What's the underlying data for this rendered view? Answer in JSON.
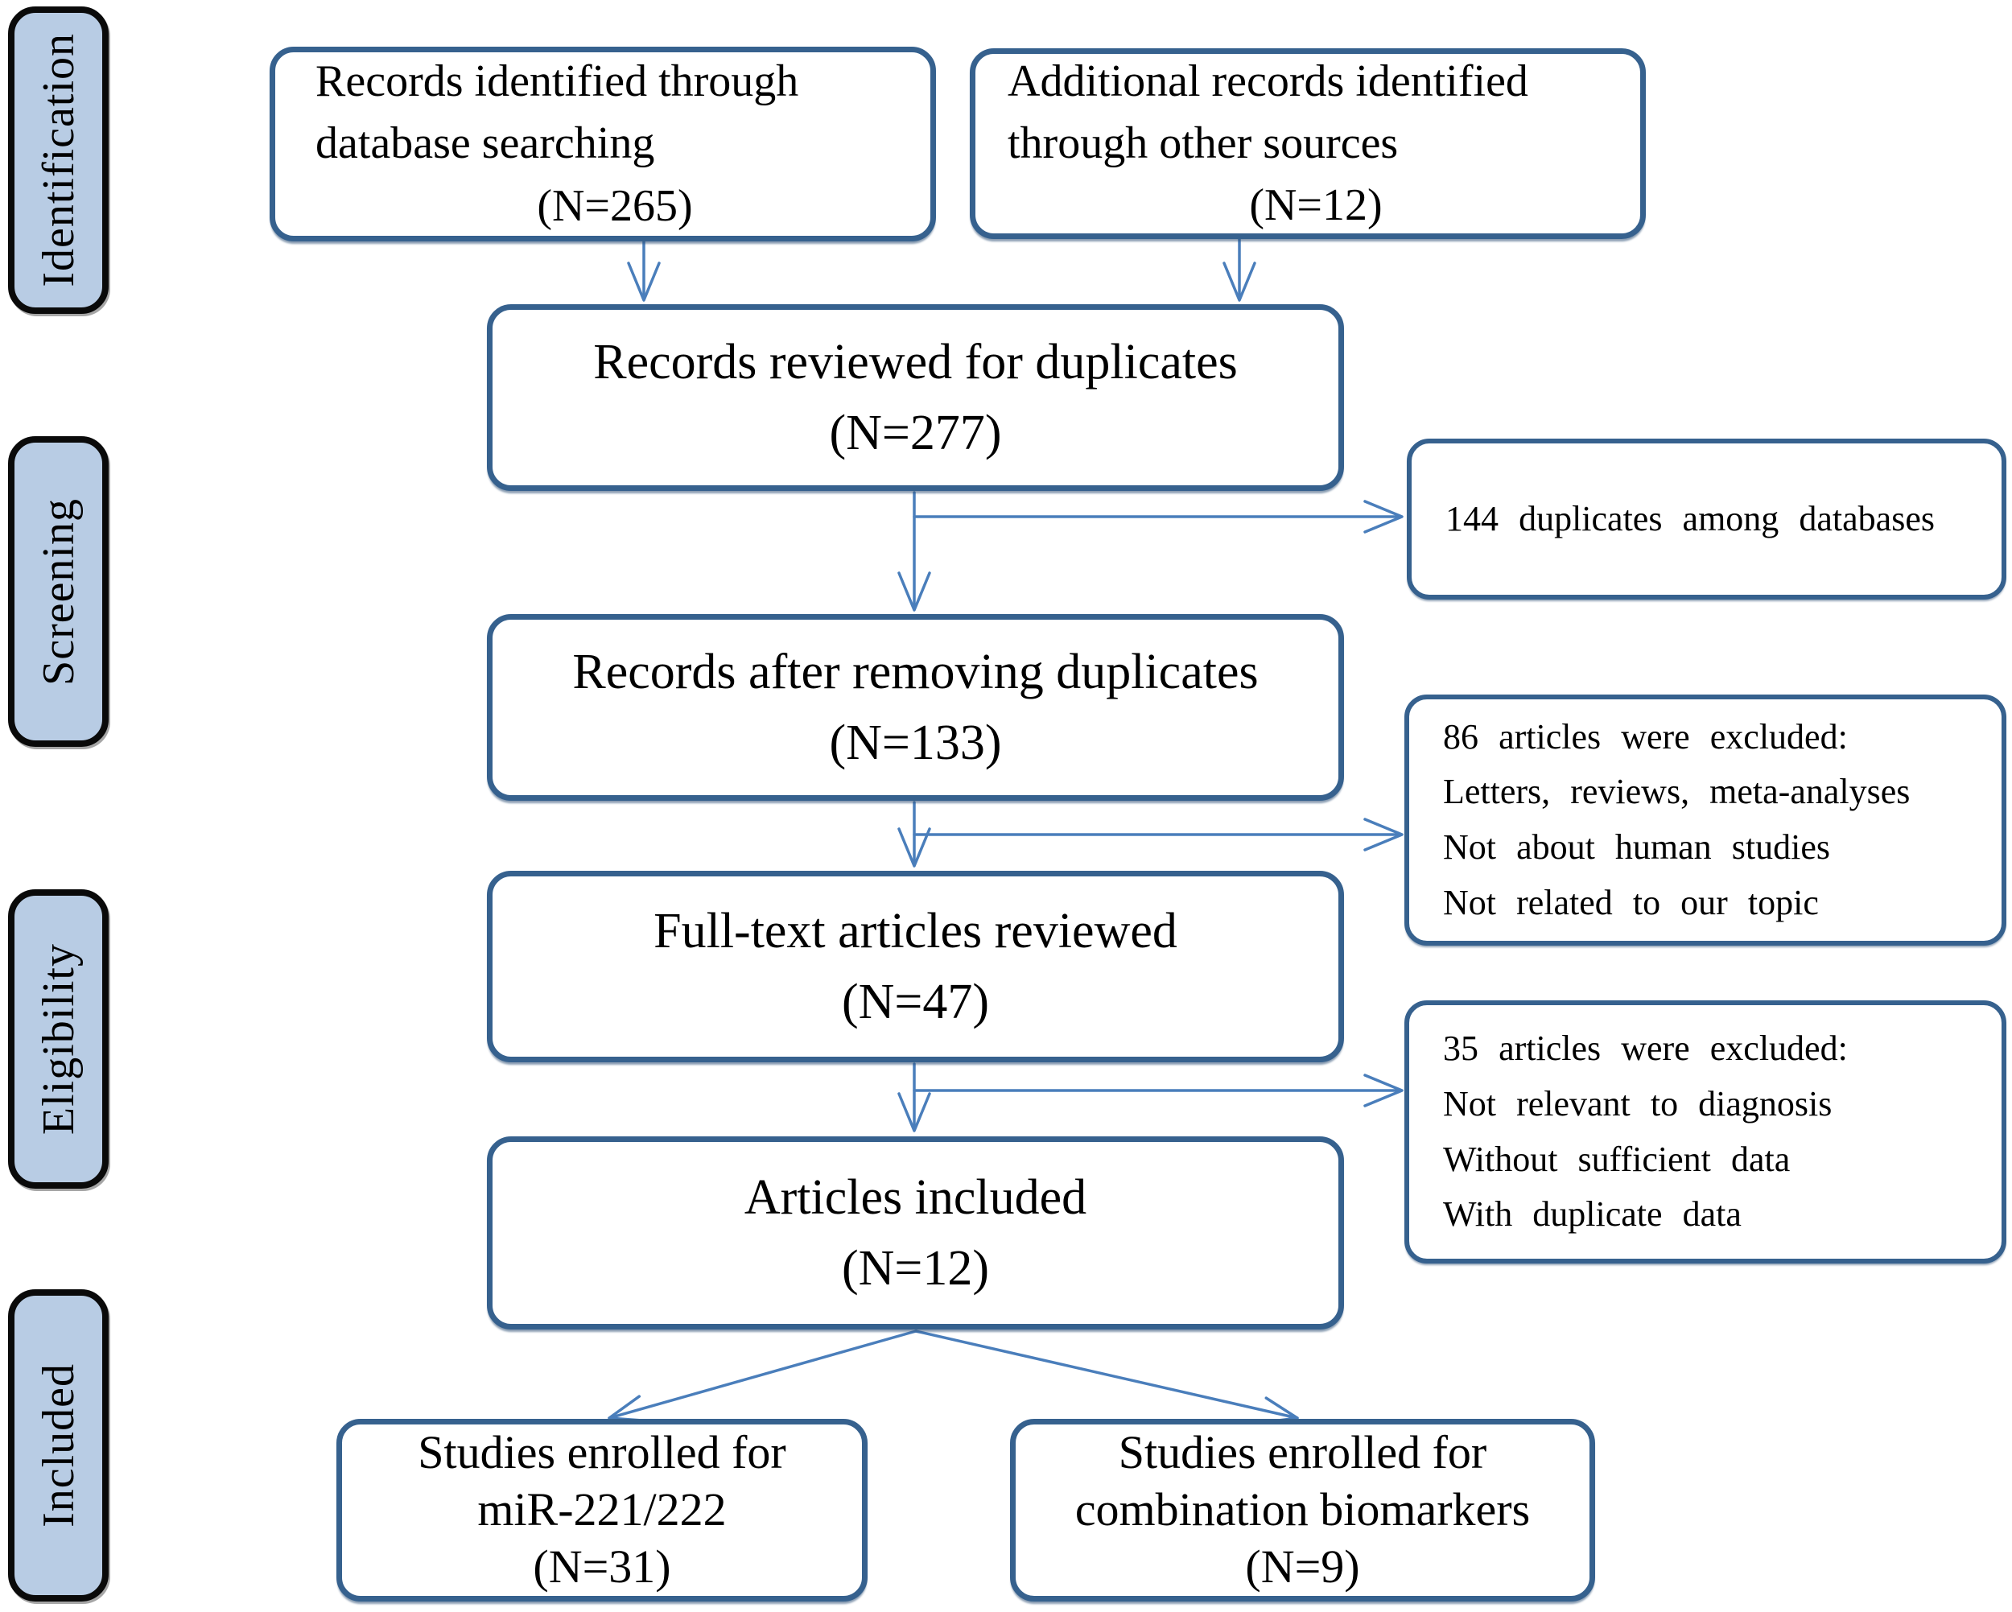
{
  "stages": {
    "identification": "Identification",
    "screening": "Screening",
    "eligibility": "Eligibility",
    "included": "Included"
  },
  "flow": {
    "db_search": {
      "line1": "Records identified through",
      "line2": "database searching",
      "count": "(N=265)"
    },
    "other_sources": {
      "line1": "Additional records identified",
      "line2": "through other sources",
      "count": "(N=12)"
    },
    "dedup_review": {
      "line1": "Records reviewed for duplicates",
      "count": "(N=277)"
    },
    "after_dedup": {
      "line1": "Records after removing duplicates",
      "count": "(N=133)"
    },
    "fulltext": {
      "line1": "Full-text articles reviewed",
      "count": "(N=47)"
    },
    "included_articles": {
      "line1": "Articles included",
      "count": "(N=12)"
    },
    "mir221": {
      "line1": "Studies enrolled for",
      "line2": "miR-221/222",
      "count": "(N=31)"
    },
    "combination": {
      "line1": "Studies enrolled for",
      "line2": "combination biomarkers",
      "count": "(N=9)"
    }
  },
  "exclusions": {
    "duplicates": {
      "line1": "144 duplicates among databases"
    },
    "screening": {
      "line1": "86 articles were excluded:",
      "line2": "Letters, reviews, meta-analyses",
      "line3": "Not about human studies",
      "line4": "Not related to our topic"
    },
    "eligibility": {
      "line1": "35 articles were excluded:",
      "line2": "Not relevant to diagnosis",
      "line3": "Without sufficient data",
      "line4": "With duplicate data"
    }
  },
  "colors": {
    "box_border": "#36618e",
    "arrow": "#4a7ebb",
    "stage_fill": "#b8cce4",
    "stage_border": "#000000",
    "text": "#000000"
  }
}
